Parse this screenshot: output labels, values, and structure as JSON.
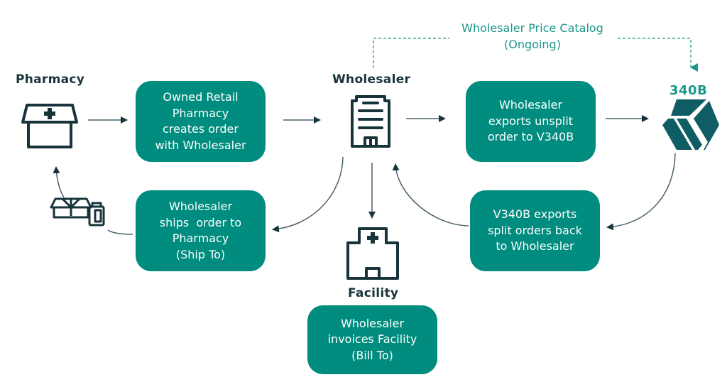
{
  "diagram": {
    "title": "Owned Retail Pharmacy 340B Order Flow",
    "colors": {
      "box_fill": "#008c7e",
      "box_text": "#ffffff",
      "icon_stroke": "#17343a",
      "accent_teal": "#1a9788",
      "logo_fill": "#0e5c64",
      "connector": "#4a6268"
    },
    "nodes": {
      "pharmacy": {
        "label": "Pharmacy",
        "icon": "pharmacy-store-icon"
      },
      "wholesaler": {
        "label": "Wholesaler",
        "icon": "office-building-icon"
      },
      "facility": {
        "label": "Facility",
        "icon": "hospital-icon"
      },
      "v340b": {
        "label": "340B",
        "icon": "v340b-logo-icon"
      },
      "shipment": {
        "icon": "package-and-medicine-bottle-icon"
      }
    },
    "steps": [
      {
        "id": "create-order",
        "lines": [
          "Owned Retail",
          "Pharmacy",
          "creates order",
          "with Wholesaler"
        ]
      },
      {
        "id": "export-unsplit",
        "lines": [
          "Wholesaler",
          "exports unsplit",
          "order to V340B"
        ]
      },
      {
        "id": "export-split",
        "lines": [
          "V340B exports",
          "split orders back",
          "to Wholesaler"
        ]
      },
      {
        "id": "ship-order",
        "lines": [
          "Wholesaler",
          "ships  order to",
          "Pharmacy",
          "(Ship To)"
        ]
      },
      {
        "id": "invoice-facility",
        "lines": [
          "Wholesaler",
          "invoices Facility",
          "(Bill To)"
        ]
      }
    ],
    "catalog": {
      "lines": [
        "Wholesaler Price Catalog",
        "(Ongoing)"
      ],
      "from": "wholesaler",
      "to": "v340b",
      "style": "dashed"
    },
    "edges": [
      {
        "from": "pharmacy",
        "to": "create-order"
      },
      {
        "from": "create-order",
        "to": "wholesaler"
      },
      {
        "from": "wholesaler",
        "to": "export-unsplit"
      },
      {
        "from": "export-unsplit",
        "to": "v340b"
      },
      {
        "from": "v340b",
        "to": "export-split"
      },
      {
        "from": "export-split",
        "to": "wholesaler"
      },
      {
        "from": "wholesaler",
        "to": "ship-order"
      },
      {
        "from": "ship-order",
        "to": "pharmacy"
      },
      {
        "from": "wholesaler",
        "to": "facility"
      }
    ]
  }
}
